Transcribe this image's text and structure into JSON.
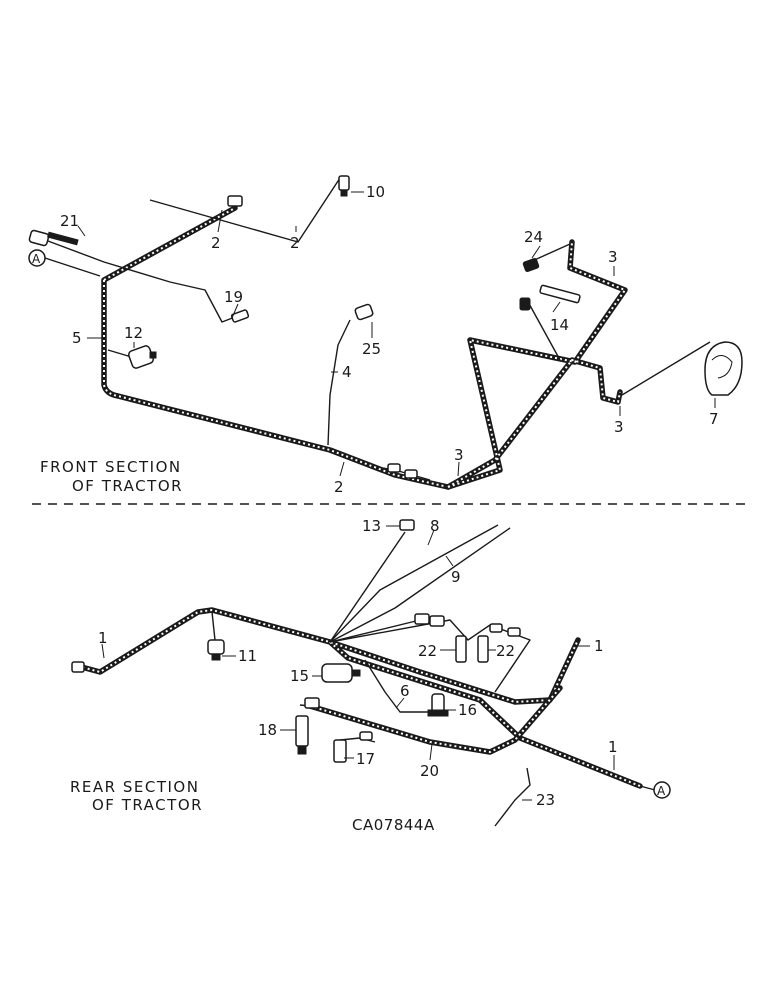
{
  "labels": {
    "front_line1": "FRONT SECTION",
    "front_line2": "OF TRACTOR",
    "rear_line1": "REAR SECTION",
    "rear_line2": "OF TRACTOR",
    "drawing_code": "CA07844A",
    "connector_a": "A"
  },
  "parts": {
    "p1": "1",
    "p2": "2",
    "p3": "3",
    "p4": "4",
    "p5": "5",
    "p6": "6",
    "p7": "7",
    "p8": "8",
    "p9": "9",
    "p10": "10",
    "p11": "11",
    "p12": "12",
    "p13": "13",
    "p14": "14",
    "p15": "15",
    "p16": "16",
    "p17": "17",
    "p18": "18",
    "p19": "19",
    "p20": "20",
    "p21": "21",
    "p22": "22",
    "p23": "23",
    "p24": "24",
    "p25": "25"
  }
}
